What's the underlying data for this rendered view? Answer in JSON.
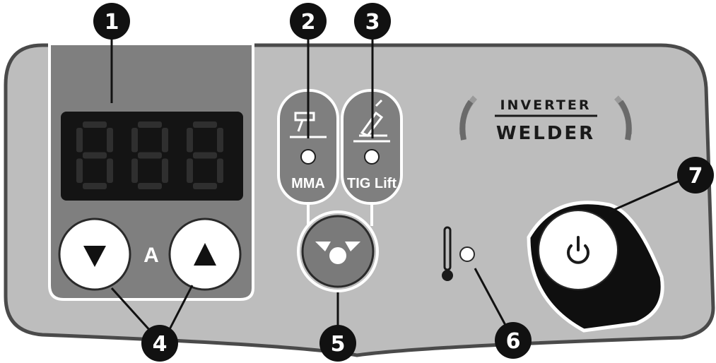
{
  "display": {
    "digits": [
      "8",
      "8",
      "8"
    ]
  },
  "current_control": {
    "unit_label": "A",
    "down_icon": "triangle-down-icon",
    "up_icon": "triangle-up-icon"
  },
  "modes": [
    {
      "label": "MMA",
      "icon": "electrode-holder-icon"
    },
    {
      "label": "TIG Lift",
      "icon": "tig-torch-icon"
    }
  ],
  "mode_selector": {
    "icon": "mode-select-icon"
  },
  "overheat": {
    "icon": "thermometer-icon"
  },
  "badge": {
    "line1": "INVERTER",
    "line2": "WELDER"
  },
  "power": {
    "icon": "power-icon"
  },
  "callouts": [
    "1",
    "2",
    "3",
    "4",
    "5",
    "6",
    "7"
  ],
  "colors": {
    "panel": "#bdbdbd",
    "panel_edge": "#4a4a4a",
    "dark_bezel": "#7a7a7a",
    "display_bg": "#141414",
    "led_off": "#2f2f2f",
    "callout": "#111111",
    "power_surround": "#0f0f0f"
  }
}
